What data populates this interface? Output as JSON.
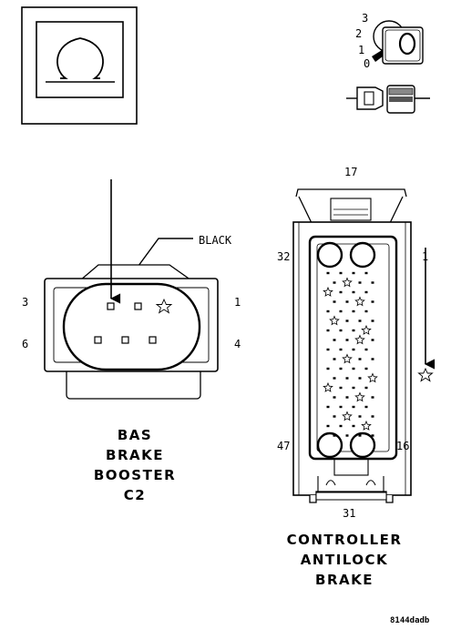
{
  "omega_symbol": "Ω",
  "key_positions": [
    "3",
    "2",
    "1",
    "0"
  ],
  "key_letter": "O",
  "callout_label": "BLACK",
  "bas_connector": {
    "title_lines": [
      "BAS",
      "BRAKE",
      "BOOSTER",
      "C2"
    ],
    "pins": {
      "p3": "3",
      "p1": "1",
      "p6": "6",
      "p4": "4"
    }
  },
  "controller_connector": {
    "title_lines": [
      "CONTROLLER",
      "ANTILOCK",
      "BRAKE"
    ],
    "pins": {
      "p17": "17",
      "p32": "32",
      "p1": "1",
      "p47": "47",
      "p16": "16",
      "p31": "31"
    }
  },
  "doc_code": "8144dadb"
}
